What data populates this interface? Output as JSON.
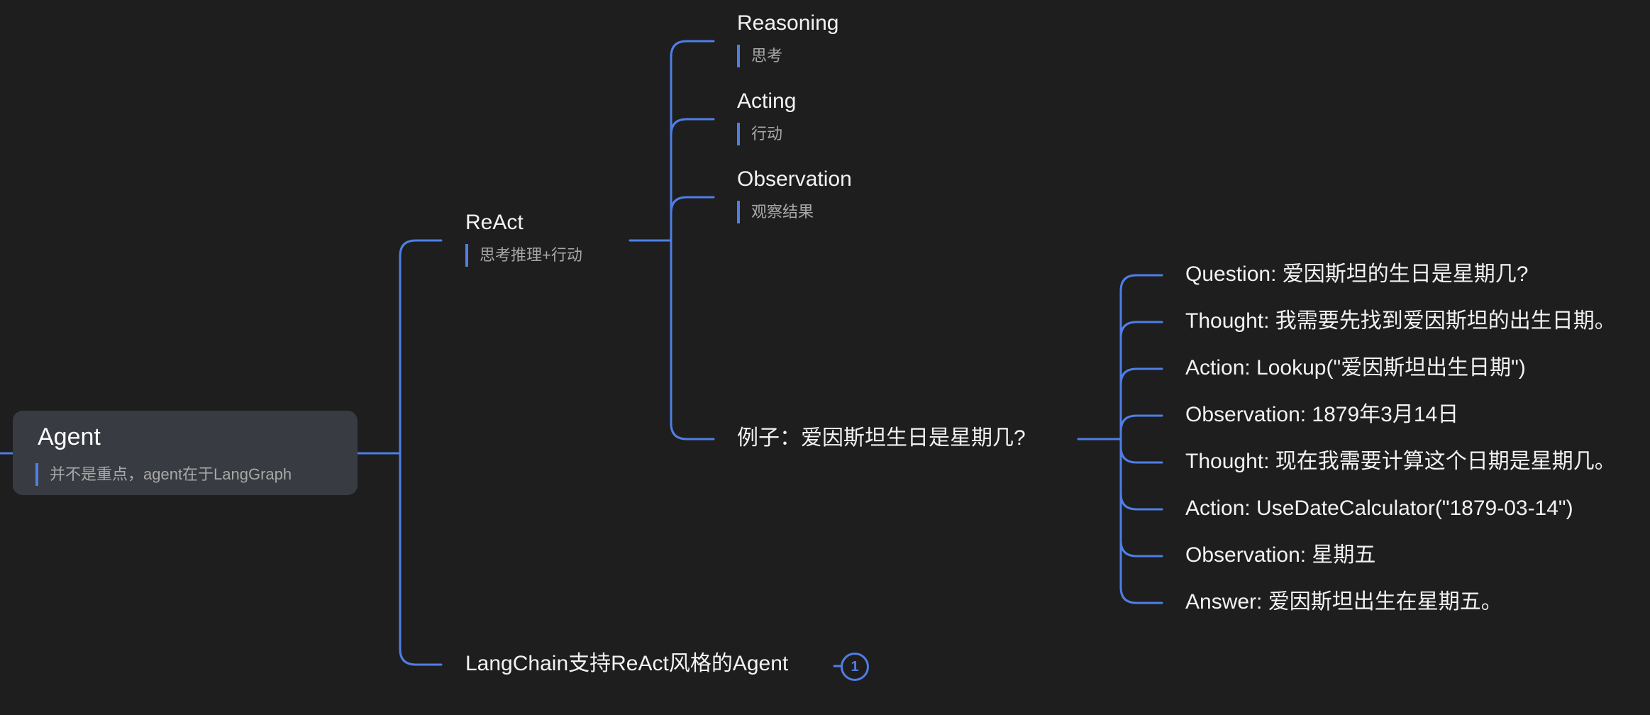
{
  "root": {
    "title": "Agent",
    "note": "并不是重点，agent在于LangGraph"
  },
  "react": {
    "title": "ReAct",
    "note": "思考推理+行动"
  },
  "react_children": [
    {
      "title": "Reasoning",
      "note": "思考"
    },
    {
      "title": "Acting",
      "note": "行动"
    },
    {
      "title": "Observation",
      "note": "观察结果"
    }
  ],
  "example": {
    "title": "例子：爱因斯坦生日是星期几?"
  },
  "example_steps": [
    "Question: 爱因斯坦的生日是星期几?",
    "Thought: 我需要先找到爱因斯坦的出生日期。",
    "Action: Lookup(\"爱因斯坦出生日期\")",
    "Observation: 1879年3月14日",
    "Thought: 现在我需要计算这个日期是星期几。",
    "Action: UseDateCalculator(\"1879-03-14\")",
    "Observation: 星期五",
    "Answer: 爱因斯坦出生在星期五。"
  ],
  "langchain": {
    "title": "LangChain支持ReAct风格的Agent",
    "collapsed_count": "1"
  },
  "colors": {
    "background": "#1e1e1e",
    "connector": "#4f7ee6",
    "root_card": "#383b41",
    "text": "#f2f2f2",
    "note_text": "#a8a8a8"
  }
}
